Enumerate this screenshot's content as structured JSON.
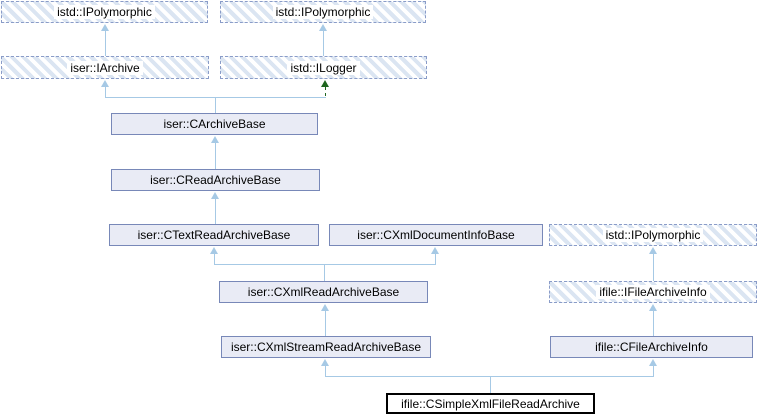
{
  "diagram": {
    "type": "class-inheritance-graph",
    "current_class": "ifile::CSimpleXmlFileReadArchive",
    "nodes": {
      "ipolymorphic_top_left": {
        "label": "istd::IPolymorphic",
        "style": "external-dashed"
      },
      "ipolymorphic_top_right": {
        "label": "istd::IPolymorphic",
        "style": "external-dashed"
      },
      "iarchive": {
        "label": "iser::IArchive",
        "style": "external-dashed"
      },
      "ilogger": {
        "label": "istd::ILogger",
        "style": "external-dashed"
      },
      "carchivebase": {
        "label": "iser::CArchiveBase",
        "style": "documented"
      },
      "creadarchivebase": {
        "label": "iser::CReadArchiveBase",
        "style": "documented"
      },
      "ctextreadarchivebase": {
        "label": "iser::CTextReadArchiveBase",
        "style": "documented"
      },
      "cxmldocumentinfobase": {
        "label": "iser::CXmlDocumentInfoBase",
        "style": "documented"
      },
      "ipolymorphic_right": {
        "label": "istd::IPolymorphic",
        "style": "external-dashed"
      },
      "cxmlreadarchivebase": {
        "label": "iser::CXmlReadArchiveBase",
        "style": "documented"
      },
      "ifilearchiveinfo": {
        "label": "ifile::IFileArchiveInfo",
        "style": "external-dashed"
      },
      "cxmlstreamreadarchivebase": {
        "label": "iser::CXmlStreamReadArchiveBase",
        "style": "documented"
      },
      "cfilearchiveinfo": {
        "label": "ifile::CFileArchiveInfo",
        "style": "documented"
      },
      "csimplexmlfilereadarchive": {
        "label": "ifile::CSimpleXmlFileReadArchive",
        "style": "current-class"
      }
    },
    "edges": [
      {
        "from": "iser::IArchive",
        "to": "istd::IPolymorphic (top left)",
        "type": "public-inheritance"
      },
      {
        "from": "istd::ILogger",
        "to": "istd::IPolymorphic (top right)",
        "type": "public-inheritance"
      },
      {
        "from": "iser::CArchiveBase",
        "to": "iser::IArchive",
        "type": "public-inheritance"
      },
      {
        "from": "iser::CArchiveBase",
        "to": "istd::ILogger",
        "type": "protected-inheritance-dashed-green"
      },
      {
        "from": "iser::CReadArchiveBase",
        "to": "iser::CArchiveBase",
        "type": "public-inheritance"
      },
      {
        "from": "iser::CTextReadArchiveBase",
        "to": "iser::CReadArchiveBase",
        "type": "public-inheritance"
      },
      {
        "from": "iser::CXmlReadArchiveBase",
        "to": "iser::CTextReadArchiveBase",
        "type": "public-inheritance"
      },
      {
        "from": "iser::CXmlReadArchiveBase",
        "to": "iser::CXmlDocumentInfoBase",
        "type": "public-inheritance"
      },
      {
        "from": "ifile::IFileArchiveInfo",
        "to": "istd::IPolymorphic (right)",
        "type": "public-inheritance"
      },
      {
        "from": "iser::CXmlStreamReadArchiveBase",
        "to": "iser::CXmlReadArchiveBase",
        "type": "public-inheritance"
      },
      {
        "from": "ifile::CFileArchiveInfo",
        "to": "ifile::IFileArchiveInfo",
        "type": "public-inheritance"
      },
      {
        "from": "ifile::CSimpleXmlFileReadArchive",
        "to": "iser::CXmlStreamReadArchiveBase",
        "type": "public-inheritance"
      },
      {
        "from": "ifile::CSimpleXmlFileReadArchive",
        "to": "ifile::CFileArchiveInfo",
        "type": "public-inheritance"
      }
    ],
    "colors": {
      "background": "#ffffff",
      "edge": "#a6c9e5",
      "protected_edge": "#1e651e",
      "node_fill": "#e9ebf5",
      "node_border": "#7888b8",
      "dashed_border": "#8a9cc8",
      "hatch_stripe": "#dbe5f2",
      "current_class_border": "#000000",
      "text": "#000000"
    }
  }
}
